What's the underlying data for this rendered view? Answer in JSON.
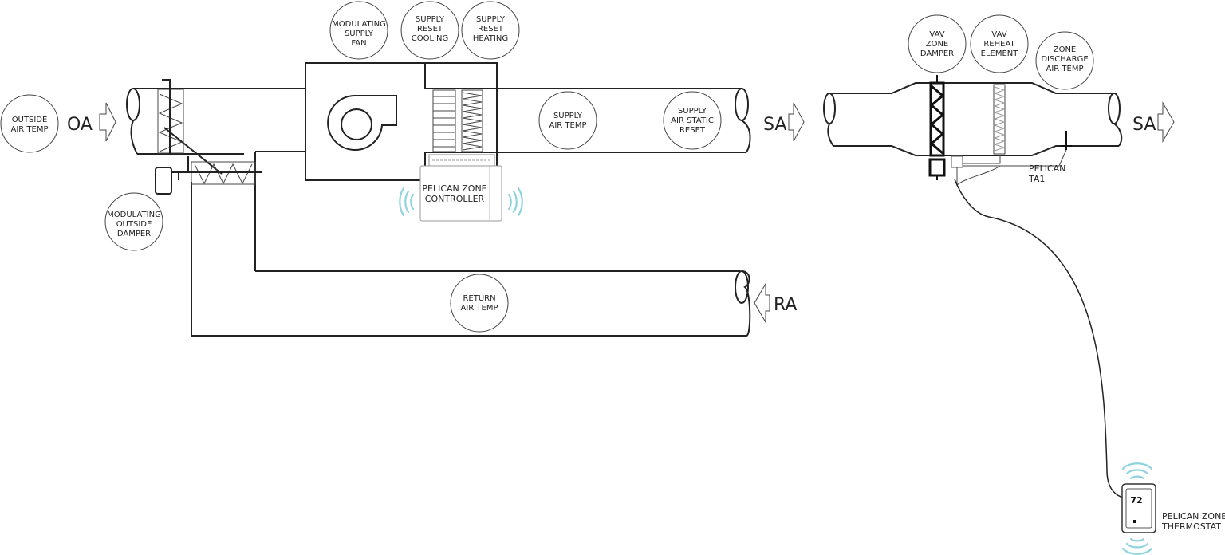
{
  "bubbles": {
    "outside_air_temp": [
      "OUTSIDE",
      "AIR TEMP"
    ],
    "modulating_supply_fan": [
      "MODULATING",
      "SUPPLY",
      "FAN"
    ],
    "supply_reset_cooling": [
      "SUPPLY",
      "RESET",
      "COOLING"
    ],
    "supply_reset_heating": [
      "SUPPLY",
      "RESET",
      "HEATING"
    ],
    "supply_air_temp": [
      "SUPPLY",
      "AIR TEMP"
    ],
    "supply_air_static_reset": [
      "SUPPLY",
      "AIR STATIC",
      "RESET"
    ],
    "modulating_outside_damper": [
      "MODULATING",
      "OUTSIDE",
      "DAMPER"
    ],
    "return_air_temp": [
      "RETURN",
      "AIR TEMP"
    ],
    "vav_zone_damper": [
      "VAV",
      "ZONE",
      "DAMPER"
    ],
    "vav_reheat_element": [
      "VAV",
      "REHEAT",
      "ELEMENT"
    ],
    "zone_discharge_air_temp": [
      "ZONE",
      "DISCHARGE",
      "AIR TEMP"
    ]
  },
  "flows": {
    "oa": "OA",
    "sa_main": "SA",
    "ra": "RA",
    "sa_zone": "SA"
  },
  "devices": {
    "zone_controller": [
      "PELICAN ZONE",
      "CONTROLLER"
    ],
    "ta1": [
      "PELICAN",
      "TA1"
    ],
    "thermostat_label": [
      "PELICAN ZONE",
      "THERMOSTAT"
    ],
    "thermostat_reading": "72"
  }
}
